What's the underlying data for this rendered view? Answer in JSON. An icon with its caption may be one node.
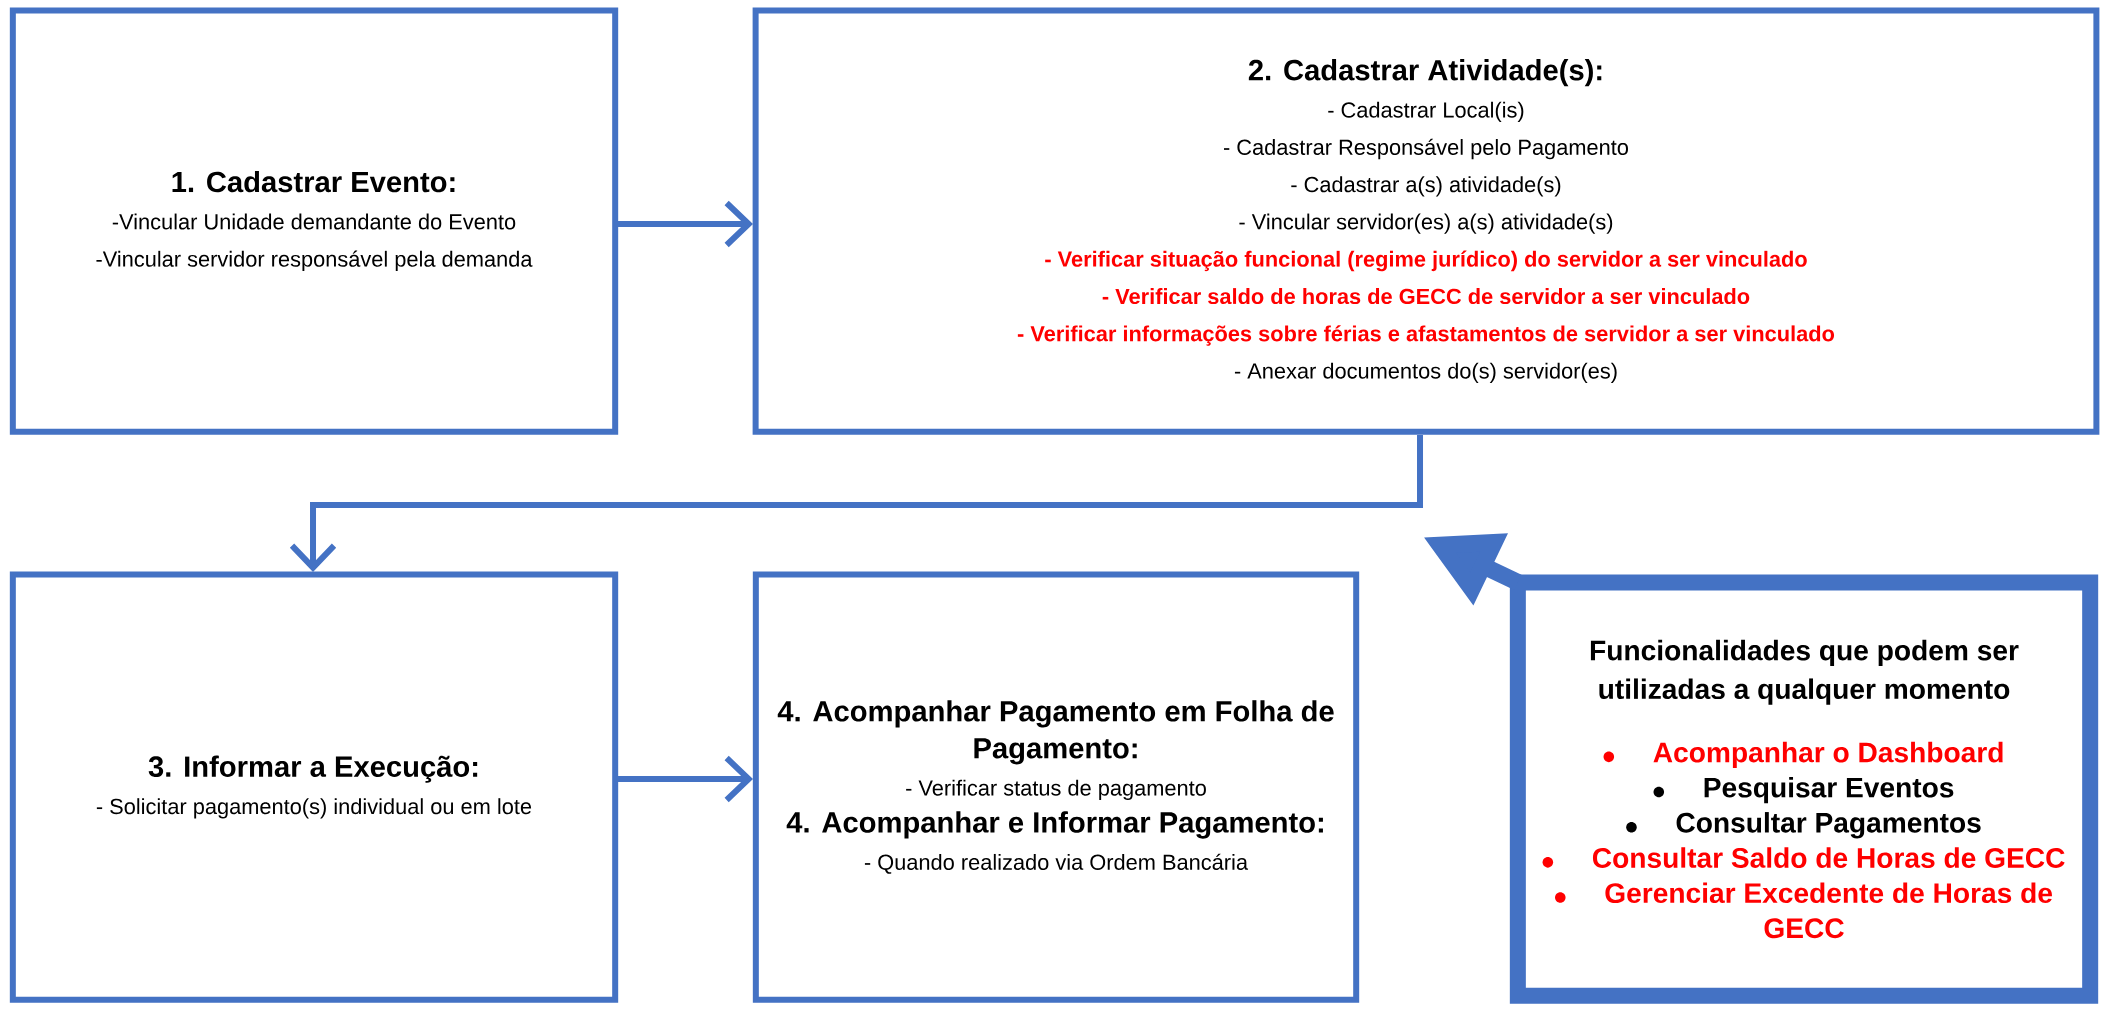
{
  "diagram": {
    "nodes": [
      {
        "text": [
          "1. Cadastrar Evento:",
          "-Vincular Unidade demandante do Evento",
          "-Vincular servidor responsável pela demanda"
        ]
      },
      {
        "text": [
          "2. Cadastrar Atividade(s):",
          "- Cadastrar Local(is)",
          "- Cadastrar Responsável pelo Pagamento",
          "- Cadastrar a(s) atividade(s)",
          "- Vincular servidor(es) a(s) atividade(s)",
          "- Verificar situação funcional (regime jurídico) do servidor a ser vinculado",
          "- Verificar saldo de horas de GECC de servidor a ser vinculado",
          "- Verificar informações sobre férias e afastamentos de servidor a ser vinculado",
          "- Anexar documentos do(s) servidor(es)"
        ]
      },
      {
        "text": [
          "3. Informar a Execução:",
          "- Solicitar pagamento(s) individual ou em lote"
        ]
      },
      {
        "text": [
          "4. Acompanhar Pagamento em Folha de Pagamento:",
          "- Verificar status de pagamento",
          "4. Acompanhar e Informar Pagamento:",
          "- Quando realizado via Ordem Bancária"
        ]
      },
      {
        "text": [
          "Funcionalidades que podem ser utilizadas a qualquer momento",
          "Acompanhar o Dashboard",
          "Pesquisar Eventos",
          "Consultar Pagamentos",
          "Consultar Saldo de Horas de GECC",
          "Gerenciar Excedente de Horas de GECC"
        ]
      }
    ],
    "edges": [
      {
        "from": 0,
        "to": 1,
        "arrow": "to"
      },
      {
        "from": 1,
        "to": 2,
        "arrow": "to"
      },
      {
        "from": 2,
        "to": 3,
        "arrow": "to"
      },
      {
        "from": 4,
        "to": null,
        "arrow": "to",
        "style": "thick"
      }
    ]
  }
}
